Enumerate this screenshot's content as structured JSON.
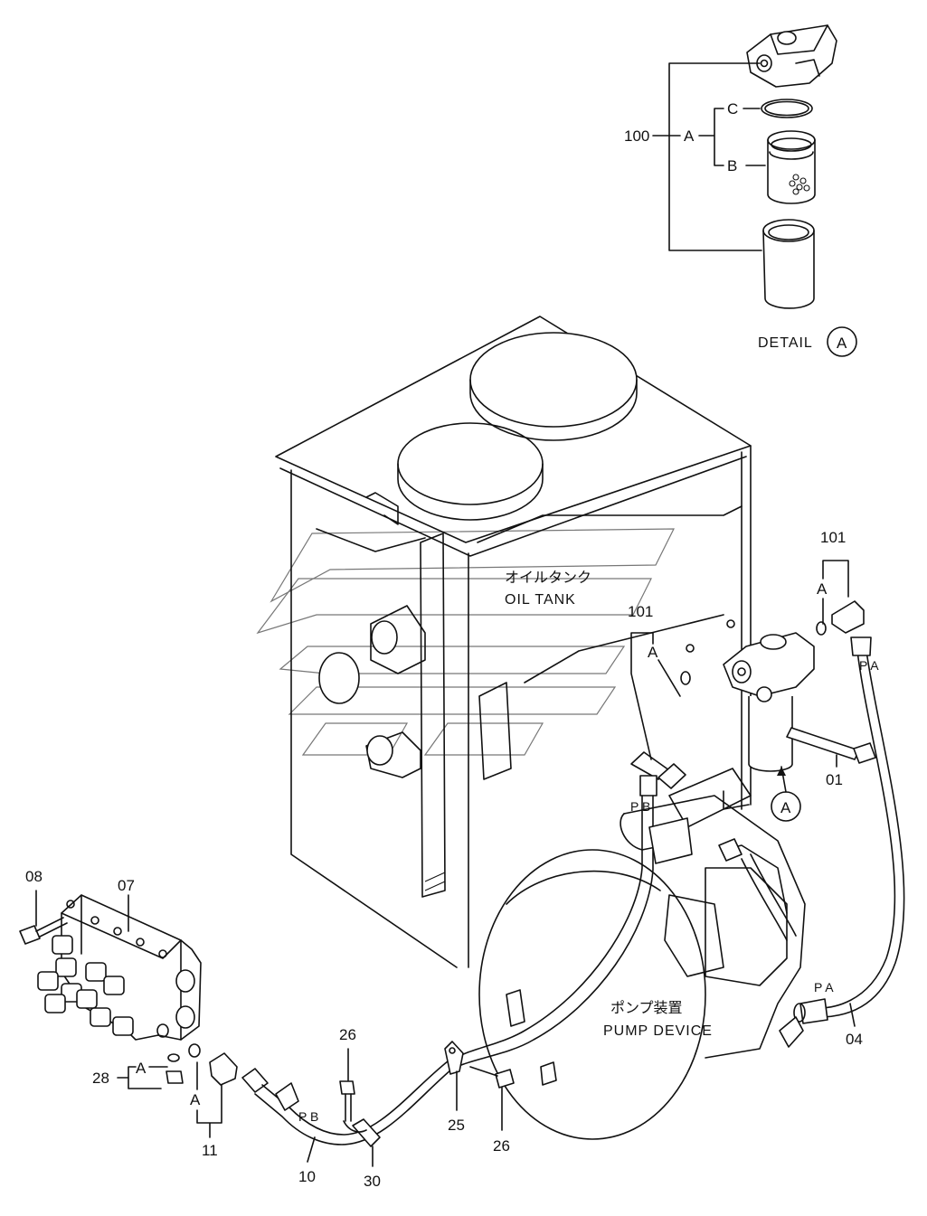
{
  "detail": {
    "title": "DETAIL",
    "marker": "A",
    "parent": "100",
    "sub_a": "A",
    "sub_b": "B",
    "sub_c": "C"
  },
  "tank": {
    "label_jp": "オイルタンク",
    "label_en": "OIL TANK"
  },
  "pump": {
    "label_jp": "ポンプ装置",
    "label_en": "PUMP DEVICE"
  },
  "callouts": {
    "p101_upper": "101",
    "p101_upper_sub": "A",
    "p101_lower": "101",
    "p101_lower_sub": "A",
    "p01": "01",
    "p04": "04",
    "p07": "07",
    "p08": "08",
    "p10": "10",
    "p11": "11",
    "p11_sub": "A",
    "p25": "25",
    "p26_upper": "26",
    "p26_lower": "26",
    "p28": "28",
    "p28_sub": "A",
    "p30": "30",
    "detail_ref": "A"
  },
  "ports": {
    "pa_top": "P A",
    "pa_bottom": "P A",
    "pb_top": "P B",
    "pb_bottom": "P B"
  }
}
